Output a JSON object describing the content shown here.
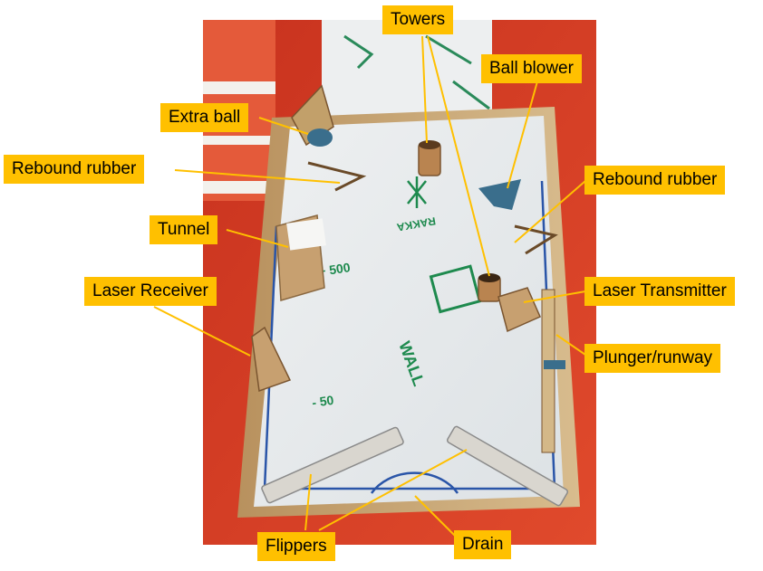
{
  "labels": {
    "towers": "Towers",
    "ball_blower": "Ball blower",
    "extra_ball": "Extra ball",
    "rebound_rubber_left": "Rebound rubber",
    "rebound_rubber_right": "Rebound rubber",
    "tunnel": "Tunnel",
    "laser_receiver": "Laser Receiver",
    "laser_transmitter": "Laser Transmitter",
    "plunger_runway": "Plunger/runway",
    "flippers": "Flippers",
    "drain": "Drain"
  },
  "board_markings": {
    "score_500": "+ 500",
    "score_50": "- 50",
    "wall": "WALL",
    "rakka": "RAKKA"
  },
  "colors": {
    "callout": "#FFC000",
    "leader_line": "#FFC000",
    "background_mat": "#D23A22",
    "cardboard": "#C9A878",
    "playfield": "#E9ECEE",
    "marker_green": "#1E8A4E",
    "marker_blue": "#2A55A8"
  }
}
